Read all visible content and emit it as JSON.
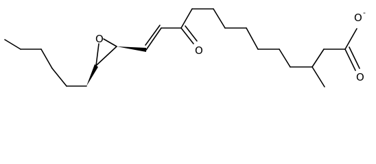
{
  "structure": {
    "atoms": {
      "epoxide_oxygen": "O",
      "ketone_oxygen": "O",
      "carbonyl_oxygen": "O",
      "carboxylate_oxygen": "O"
    },
    "charges": {
      "carboxylate_oxygen": "-"
    },
    "colors": {
      "bond": "#000000",
      "background": "#ffffff"
    }
  }
}
